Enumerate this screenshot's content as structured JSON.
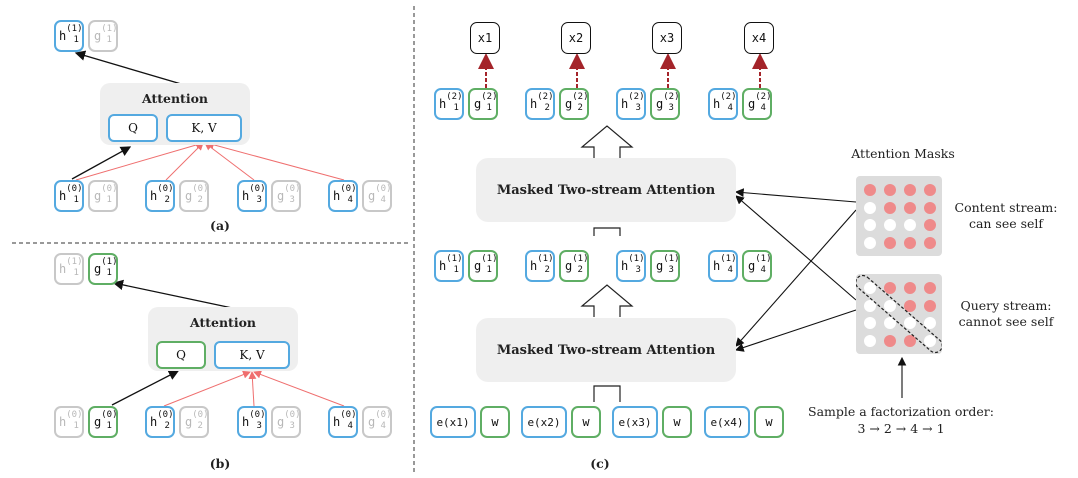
{
  "panel_a": {
    "caption": "(a)",
    "attention_title": "Attention",
    "q_label": "Q",
    "kv_label": "K, V"
  },
  "panel_b": {
    "caption": "(b)",
    "attention_title": "Attention",
    "q_label": "Q",
    "kv_label": "K, V"
  },
  "panel_c": {
    "caption": "(c)",
    "block_upper": "Masked Two-stream Attention",
    "block_lower": "Masked Two-stream Attention",
    "outputs": [
      "x1",
      "x2",
      "x3",
      "x4"
    ],
    "inputs": [
      "e(x1)",
      "e(x2)",
      "e(x3)",
      "e(x4)"
    ],
    "query_init": "w",
    "masks_title": "Attention Masks",
    "content_stream_line1": "Content stream:",
    "content_stream_line2": "can see self",
    "query_stream_line1": "Query stream:",
    "query_stream_line2": "cannot see self",
    "factorization_line1": "Sample a factorization order:",
    "factorization_line2": "3 → 2 → 4 → 1"
  },
  "symbols": {
    "h": "h",
    "g": "g"
  },
  "content_mask": [
    [
      1,
      1,
      1,
      1
    ],
    [
      0,
      1,
      1,
      1
    ],
    [
      0,
      0,
      0,
      1
    ],
    [
      0,
      1,
      1,
      1
    ]
  ],
  "query_mask": [
    [
      0,
      1,
      1,
      1
    ],
    [
      0,
      0,
      1,
      1
    ],
    [
      0,
      0,
      0,
      0
    ],
    [
      0,
      1,
      1,
      0
    ]
  ],
  "colors": {
    "content_border": "#54a9e0",
    "query_border": "#5fae64",
    "muted_border": "#c8c8c8",
    "attention_edge": "#ef6f6f",
    "output_arrow": "#a4242a",
    "mask_on": "#ef8a8a",
    "mask_bg": "#dcdcdc"
  }
}
